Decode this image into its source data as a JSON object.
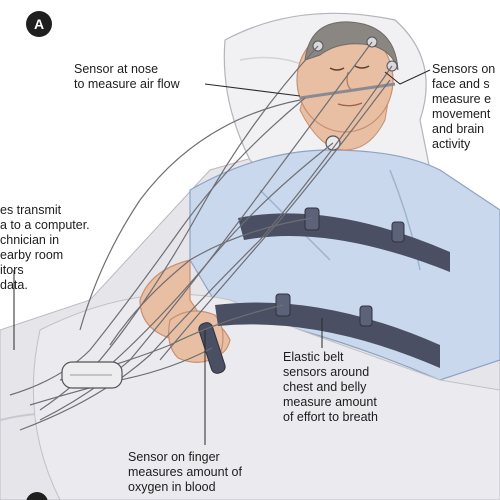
{
  "panel_letter": "A",
  "labels": {
    "nose": [
      "Sensor at nose",
      "to measure air flow"
    ],
    "face": [
      "Sensors on",
      "face and s",
      "measure e",
      "movement",
      "and brain",
      "activity"
    ],
    "wires": [
      "es transmit",
      "a to a computer.",
      "chnician in",
      "earby room",
      "itors",
      "data."
    ],
    "belt": [
      "Elastic belt",
      "sensors around",
      "chest and belly",
      "measure amount",
      "of effort to breath"
    ],
    "finger": [
      "Sensor on finger",
      "measures amount of",
      "oxygen in blood"
    ]
  },
  "colors": {
    "skin": "#e8bfa2",
    "skin_shadow": "#c98f72",
    "gown": "#c9d8ec",
    "gown_shadow": "#9fb3cf",
    "sheet": "#e6e6ea",
    "pillow": "#f1f1f3",
    "belt": "#4a4f63",
    "wire": "#6e6e74",
    "hair": "#8a8783"
  }
}
